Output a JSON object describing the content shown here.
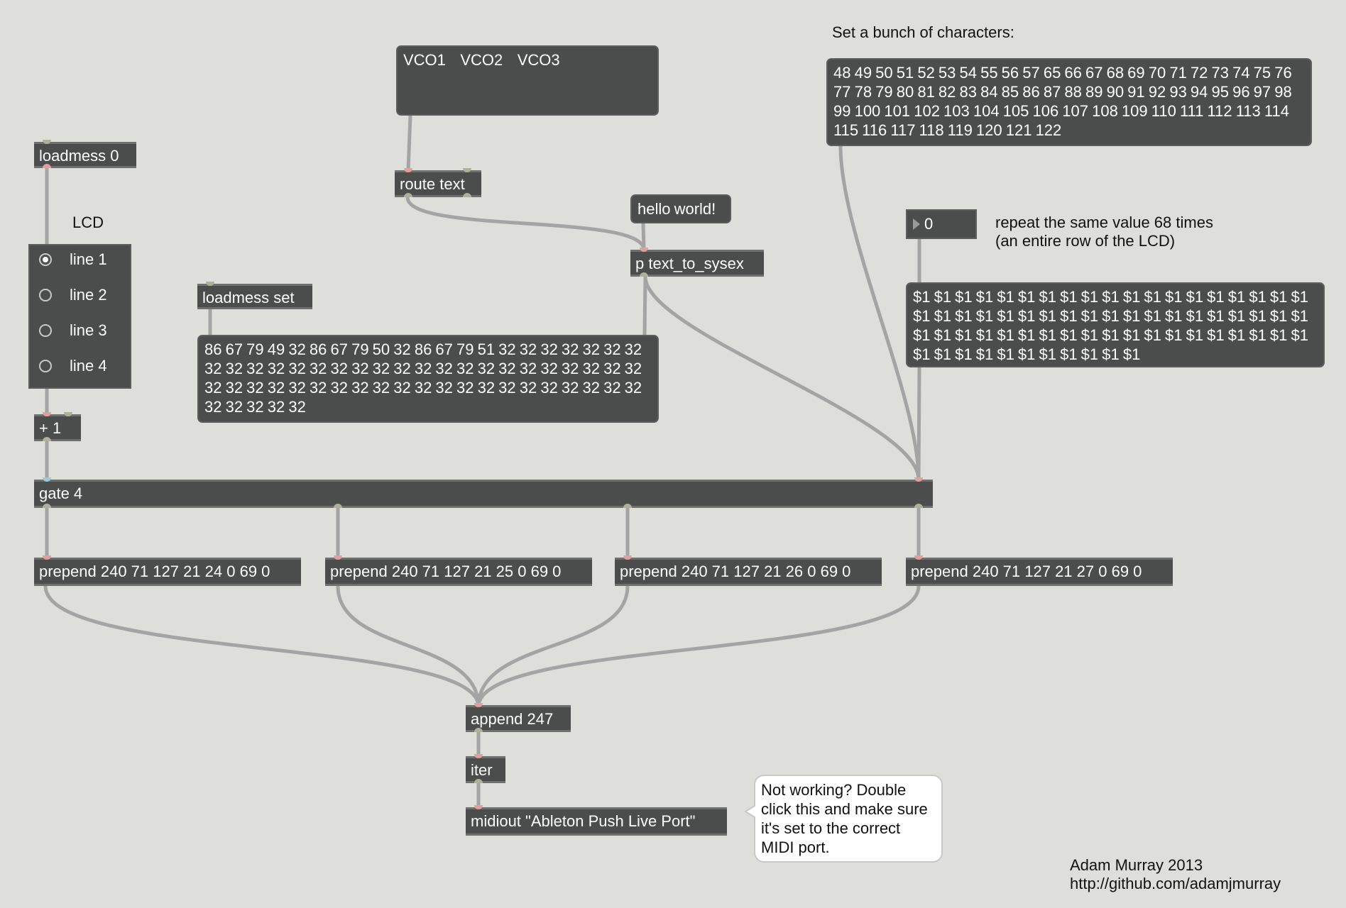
{
  "labels": {
    "lcd": "LCD",
    "set_characters": "Set a bunch of characters:",
    "repeat_line1": "repeat the same value 68 times",
    "repeat_line2": "(an entire row of the LCD)",
    "author": "Adam Murray 2013",
    "url": "http://github.com/adamjmurray"
  },
  "objects": {
    "loadmess_0": "loadmess 0",
    "route_text": "route text",
    "text_to_sysex": "p text_to_sysex",
    "loadmess_set": "loadmess set",
    "plus_1": "+ 1",
    "gate_4": "gate 4",
    "prepend_1": "prepend 240 71 127 21 24 0 69 0",
    "prepend_2": "prepend 240 71 127 21 25 0 69 0",
    "prepend_3": "prepend 240 71 127 21 26 0 69 0",
    "prepend_4": "prepend 240 71 127 21 27 0 69 0",
    "append_247": "append 247",
    "iter": "iter",
    "midiout": "midiout \"Ableton Push Live Port\""
  },
  "messages": {
    "vco": "VCO1    VCO2    VCO3",
    "hello_world": "hello world!",
    "characters": "48 49 50 51 52 53 54 55 56 57 65 66 67 68 69 70 71 72 73 74 75 76 77 78 79 80 81 82 83 84 85 86 87 88 89 90 91 92 93 94 95 96 97 98 99 100 101 102 103 104 105 106 107 108 109 110 111 112 113 114 115 116 117 118 119 120 121 122",
    "sysex_values": "86 67 79 49 32 86 67 79 50 32 86 67 79 51 32 32 32 32 32 32 32 32 32 32 32 32 32 32 32 32 32 32 32 32 32 32 32 32 32 32 32 32 32 32 32 32 32 32 32 32 32 32 32 32 32 32 32 32 32 32 32 32 32 32 32 32 32 32",
    "repeat_dollar": "$1 $1 $1 $1 $1 $1 $1 $1 $1 $1 $1 $1 $1 $1 $1 $1 $1 $1 $1 $1 $1 $1 $1 $1 $1 $1 $1 $1 $1 $1 $1 $1 $1 $1 $1 $1 $1 $1 $1 $1 $1 $1 $1 $1 $1 $1 $1 $1 $1 $1 $1 $1 $1 $1 $1 $1 $1 $1 $1 $1 $1 $1 $1 $1 $1 $1 $1 $1"
  },
  "radio": {
    "items": [
      "line 1",
      "line 2",
      "line 3",
      "line 4"
    ],
    "selected": 0
  },
  "number_box": {
    "value": "0"
  },
  "comment": "Not working? Double click this and make sure it's set to the correct MIDI port."
}
